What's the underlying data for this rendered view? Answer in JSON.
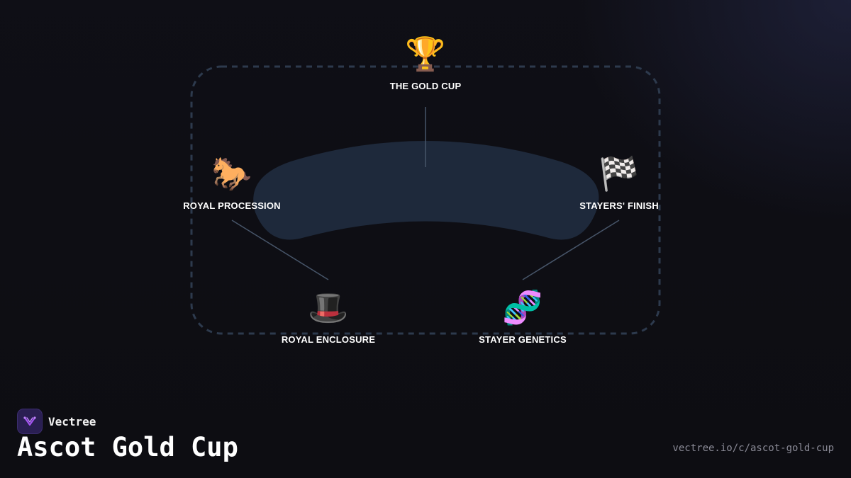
{
  "diagram": {
    "nodes": [
      {
        "id": "gold-cup",
        "icon": "🏆",
        "icon_name": "trophy-icon",
        "label": "THE GOLD CUP"
      },
      {
        "id": "royal-procession",
        "icon": "🐎",
        "icon_name": "horse-icon",
        "label": "ROYAL PROCESSION"
      },
      {
        "id": "stayers-finish",
        "icon": "🏁",
        "icon_name": "checkered-flag-icon",
        "label": "STAYERS' FINISH"
      },
      {
        "id": "royal-enclosure",
        "icon": "🎩",
        "icon_name": "top-hat-icon",
        "label": "ROYAL ENCLOSURE"
      },
      {
        "id": "stayer-genetics",
        "icon": "🧬",
        "icon_name": "dna-icon",
        "label": "STAYER GENETICS"
      }
    ],
    "colors": {
      "background": "#0d0d12",
      "center_shape": "#1e293b",
      "frame_dash": "#2d3a4d",
      "connector": "#475569"
    }
  },
  "brand": {
    "name": "Vectree",
    "logo_icon": "vectree-logo-icon",
    "accent": "#a855f7"
  },
  "footer": {
    "title": "Ascot Gold Cup",
    "url": "vectree.io/c/ascot-gold-cup"
  }
}
